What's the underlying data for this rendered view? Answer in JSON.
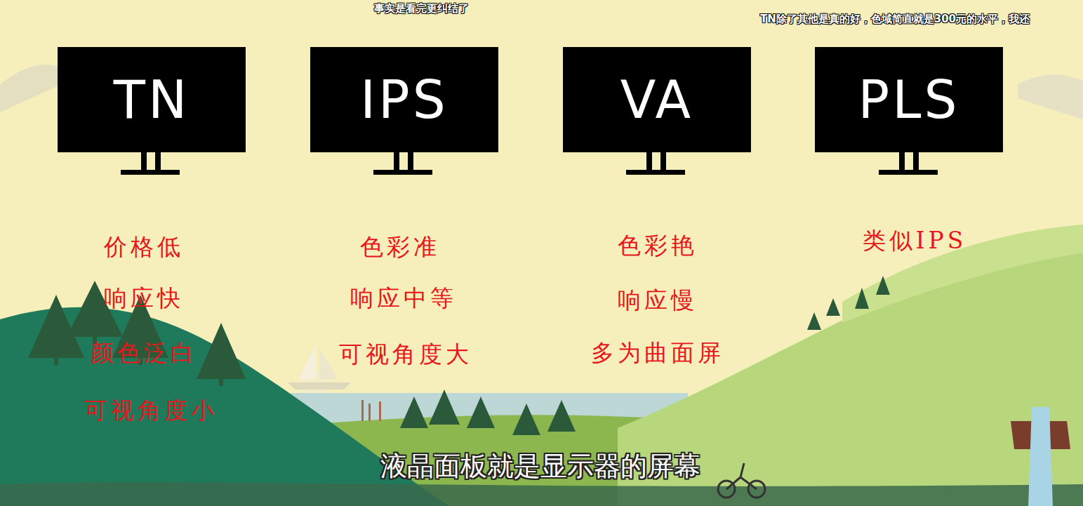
{
  "diagram": {
    "caption": "液晶面板就是显示器的屏幕",
    "nodes": [
      {
        "text": [
          "TN"
        ]
      },
      {
        "text": [
          "IPS"
        ]
      },
      {
        "text": [
          "VA"
        ]
      },
      {
        "text": [
          "PLS"
        ]
      }
    ],
    "labels": [
      "事实是看完更纠结了",
      "TN除了其他是真的好，色域简直就是300元的水平，我还",
      "价格低",
      "响应快",
      "颜色泛白",
      "可视角度小",
      "色彩准",
      "响应中等",
      "可视角度大",
      "色彩艳",
      "响应慢",
      "多为曲面屏",
      "类似IPS"
    ]
  }
}
